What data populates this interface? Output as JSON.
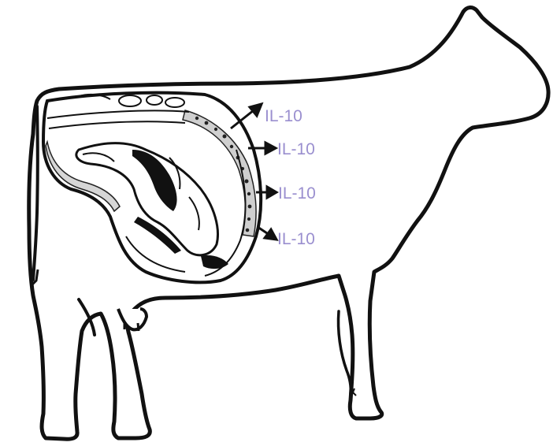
{
  "labels": [
    {
      "text": "IL-10"
    },
    {
      "text": "IL-10"
    },
    {
      "text": "IL-10"
    },
    {
      "text": "IL-10"
    }
  ],
  "colors": {
    "outline": "#111111",
    "label": "#9a8fcf",
    "background": "#ffffff",
    "speckle": "#bdbdbd"
  }
}
